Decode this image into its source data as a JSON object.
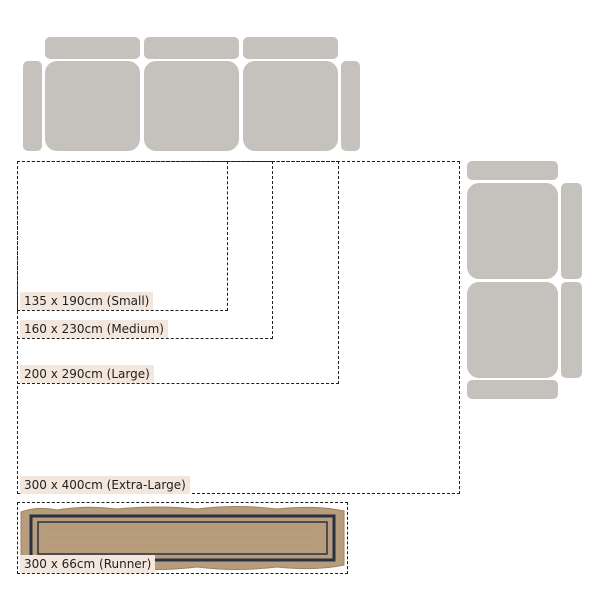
{
  "sizes": [
    {
      "key": "small",
      "label": "135 x 190cm (Small)"
    },
    {
      "key": "medium",
      "label": "160 x 230cm (Medium)"
    },
    {
      "key": "large",
      "label": "200 x 290cm (Large)"
    },
    {
      "key": "xlarge",
      "label": "300 x 400cm (Extra-Large)"
    },
    {
      "key": "runner",
      "label": "300 x 66cm (Runner)"
    }
  ],
  "colors": {
    "furniture": "#c5c2be",
    "label_bg": "#f3e6dc",
    "outline": "#1f1f1f",
    "jute": "#b79d7c",
    "border_navy": "#2a3142"
  }
}
